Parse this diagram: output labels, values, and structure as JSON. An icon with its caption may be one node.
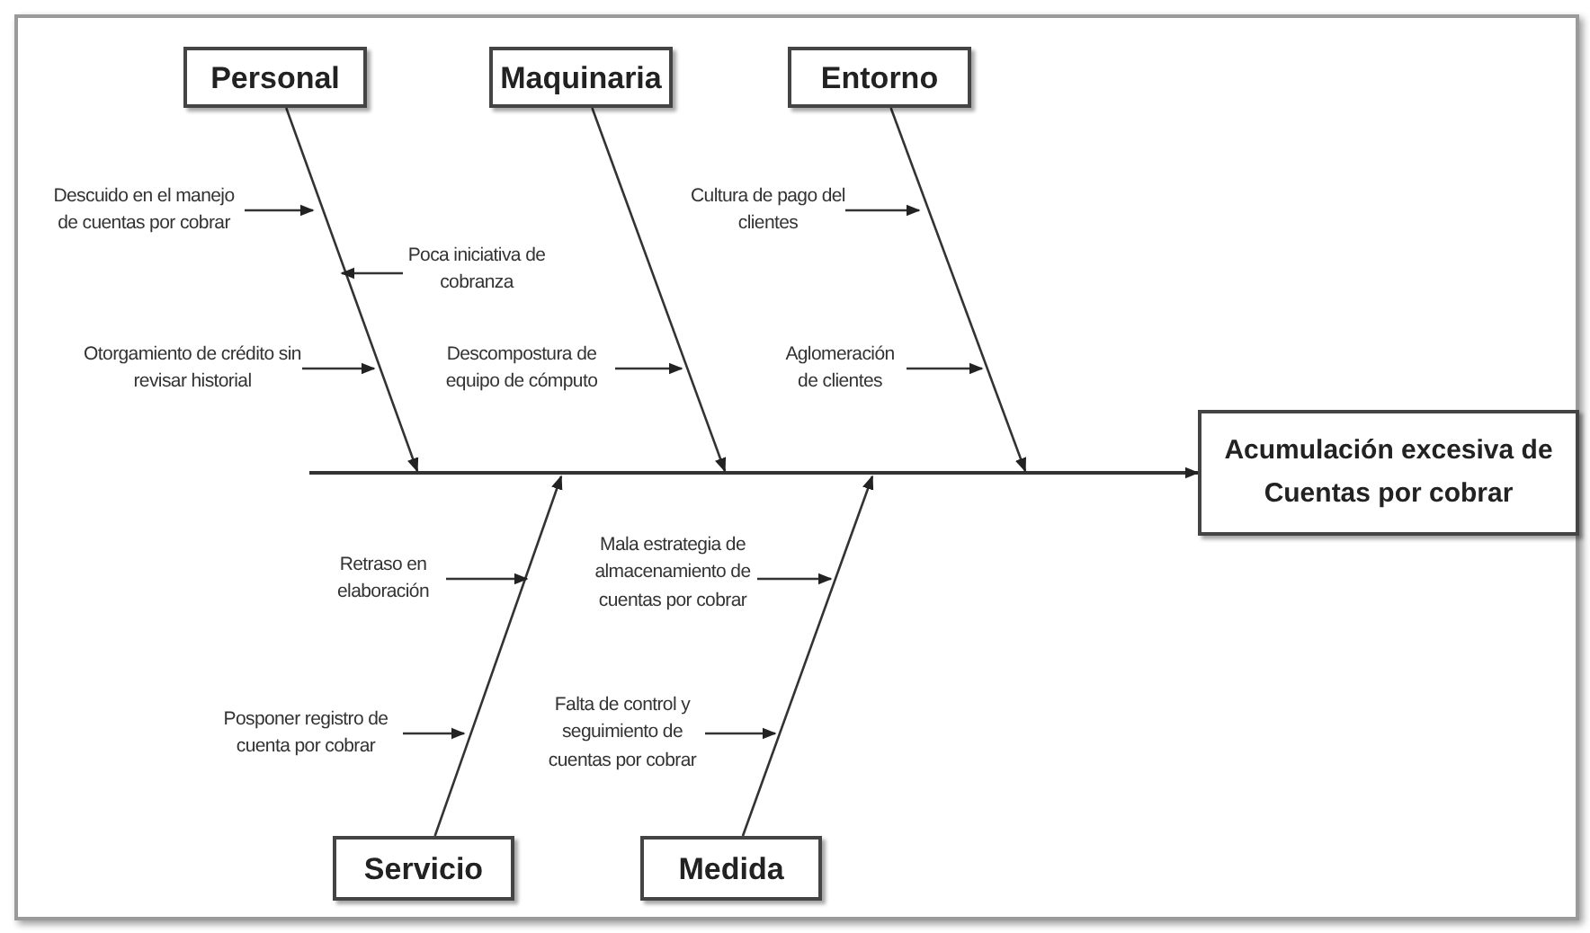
{
  "diagram": {
    "nodes": [
      {
        "text": [
          "Personal"
        ]
      },
      {
        "text": [
          "Maquinaria"
        ]
      },
      {
        "text": [
          "Entorno"
        ]
      },
      {
        "text": [
          "Servicio"
        ]
      },
      {
        "text": [
          "Medida"
        ]
      },
      {
        "text": [
          "Acumulación excesiva de Cuentas por cobrar"
        ]
      },
      {
        "text": [
          "Descuido en el manejo de cuentas por cobrar"
        ]
      },
      {
        "text": [
          "Poca iniciativa de cobranza"
        ]
      },
      {
        "text": [
          "Otorgamiento de crédito sin revisar historial"
        ]
      },
      {
        "text": [
          "Descompostura de equipo de cómputo"
        ]
      },
      {
        "text": [
          "Cultura de pago del clientes"
        ]
      },
      {
        "text": [
          "Aglomeración de clientes"
        ]
      },
      {
        "text": [
          "Retraso en elaboración"
        ]
      },
      {
        "text": [
          "Mala estrategia de almacenamiento de cuentas por cobrar"
        ]
      },
      {
        "text": [
          "Posponer registro de cuenta por cobrar"
        ]
      },
      {
        "text": [
          "Falta de control y seguimiento de cuentas por cobrar"
        ]
      }
    ],
    "edges": [
      {
        "from": null,
        "to": 5,
        "arrow": "to"
      },
      {
        "from": 0,
        "to": null,
        "arrow": "to"
      },
      {
        "from": 1,
        "to": null,
        "arrow": "to"
      },
      {
        "from": 2,
        "to": null,
        "arrow": "to"
      },
      {
        "from": 3,
        "to": null,
        "arrow": "to"
      },
      {
        "from": 4,
        "to": null,
        "arrow": "to"
      },
      {
        "from": 6,
        "to": null,
        "arrow": "to"
      },
      {
        "from": 7,
        "to": null,
        "arrow": "to"
      },
      {
        "from": 8,
        "to": null,
        "arrow": "to"
      },
      {
        "from": 9,
        "to": null,
        "arrow": "to"
      },
      {
        "from": 10,
        "to": null,
        "arrow": "to"
      },
      {
        "from": 11,
        "to": null,
        "arrow": "to"
      },
      {
        "from": 12,
        "to": null,
        "arrow": "to"
      },
      {
        "from": 13,
        "to": null,
        "arrow": "to"
      },
      {
        "from": 14,
        "to": null,
        "arrow": "to"
      },
      {
        "from": 15,
        "to": null,
        "arrow": "to"
      }
    ]
  }
}
